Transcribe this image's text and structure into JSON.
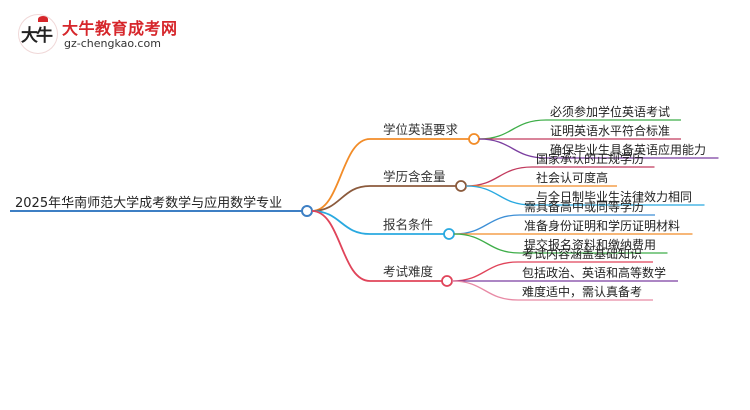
{
  "logo": {
    "title": "大牛教育成考网",
    "url": "gz-chengkao.com",
    "mark_text": "大牛"
  },
  "root": "2025年华南师范大学成考数学与应用数学专业",
  "branches": [
    {
      "label": "学位英语要求",
      "color": "#f28c28",
      "children": [
        "必须参加学位英语考试",
        "证明英语水平符合标准",
        "确保毕业生具备英语应用能力"
      ]
    },
    {
      "label": "学历含金量",
      "color": "#8b5a3c",
      "children": [
        "国家承认的正规学历",
        "社会认可度高",
        "与全日制毕业生法律效力相同"
      ]
    },
    {
      "label": "报名条件",
      "color": "#29a9e0",
      "children": [
        "需具备高中或同等学历",
        "准备身份证明和学历证明材料",
        "提交报名资料和缴纳费用"
      ]
    },
    {
      "label": "考试难度",
      "color": "#e0445a",
      "children": [
        "考试内容涵盖基础知识",
        "包括政治、英语和高等数学",
        "难度适中，需认真备考"
      ]
    }
  ],
  "child_colors": [
    [
      "#3fae49",
      "#c23b5e",
      "#7b3fa0"
    ],
    [
      "#c23b5e",
      "#f28c28",
      "#29a9e0"
    ],
    [
      "#3d8fd6",
      "#f28c28",
      "#3fae49"
    ],
    [
      "#e0445a",
      "#7b3fa0",
      "#e88aa5"
    ]
  ],
  "root_color": "#3d7fc4"
}
